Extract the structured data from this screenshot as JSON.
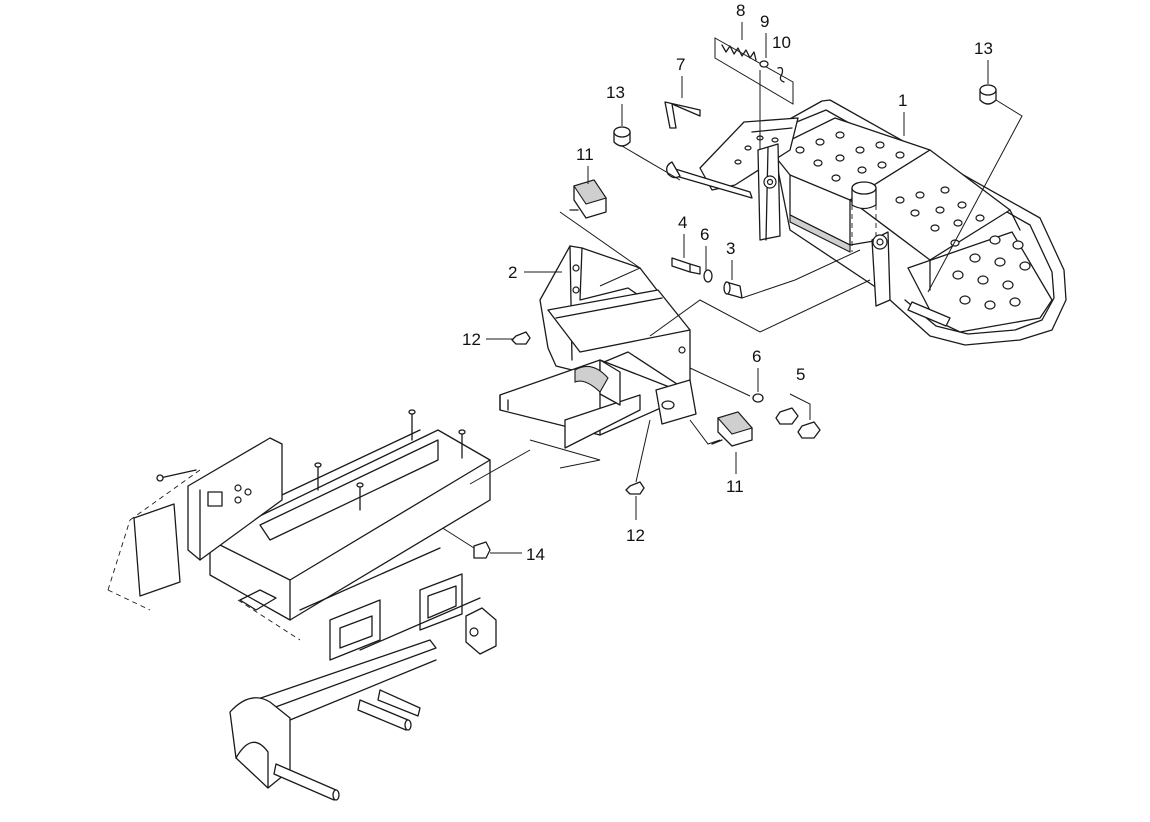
{
  "callouts": [
    {
      "id": "c1",
      "label": "1"
    },
    {
      "id": "c2",
      "label": "2"
    },
    {
      "id": "c3",
      "label": "3"
    },
    {
      "id": "c4",
      "label": "4"
    },
    {
      "id": "c5",
      "label": "5"
    },
    {
      "id": "c6a",
      "label": "6"
    },
    {
      "id": "c6b",
      "label": "6"
    },
    {
      "id": "c7",
      "label": "7"
    },
    {
      "id": "c8",
      "label": "8"
    },
    {
      "id": "c9",
      "label": "9"
    },
    {
      "id": "c10",
      "label": "10"
    },
    {
      "id": "c11a",
      "label": "11"
    },
    {
      "id": "c11b",
      "label": "11"
    },
    {
      "id": "c12a",
      "label": "12"
    },
    {
      "id": "c12b",
      "label": "12"
    },
    {
      "id": "c13a",
      "label": "13"
    },
    {
      "id": "c13b",
      "label": "13"
    },
    {
      "id": "c14",
      "label": "14"
    }
  ]
}
